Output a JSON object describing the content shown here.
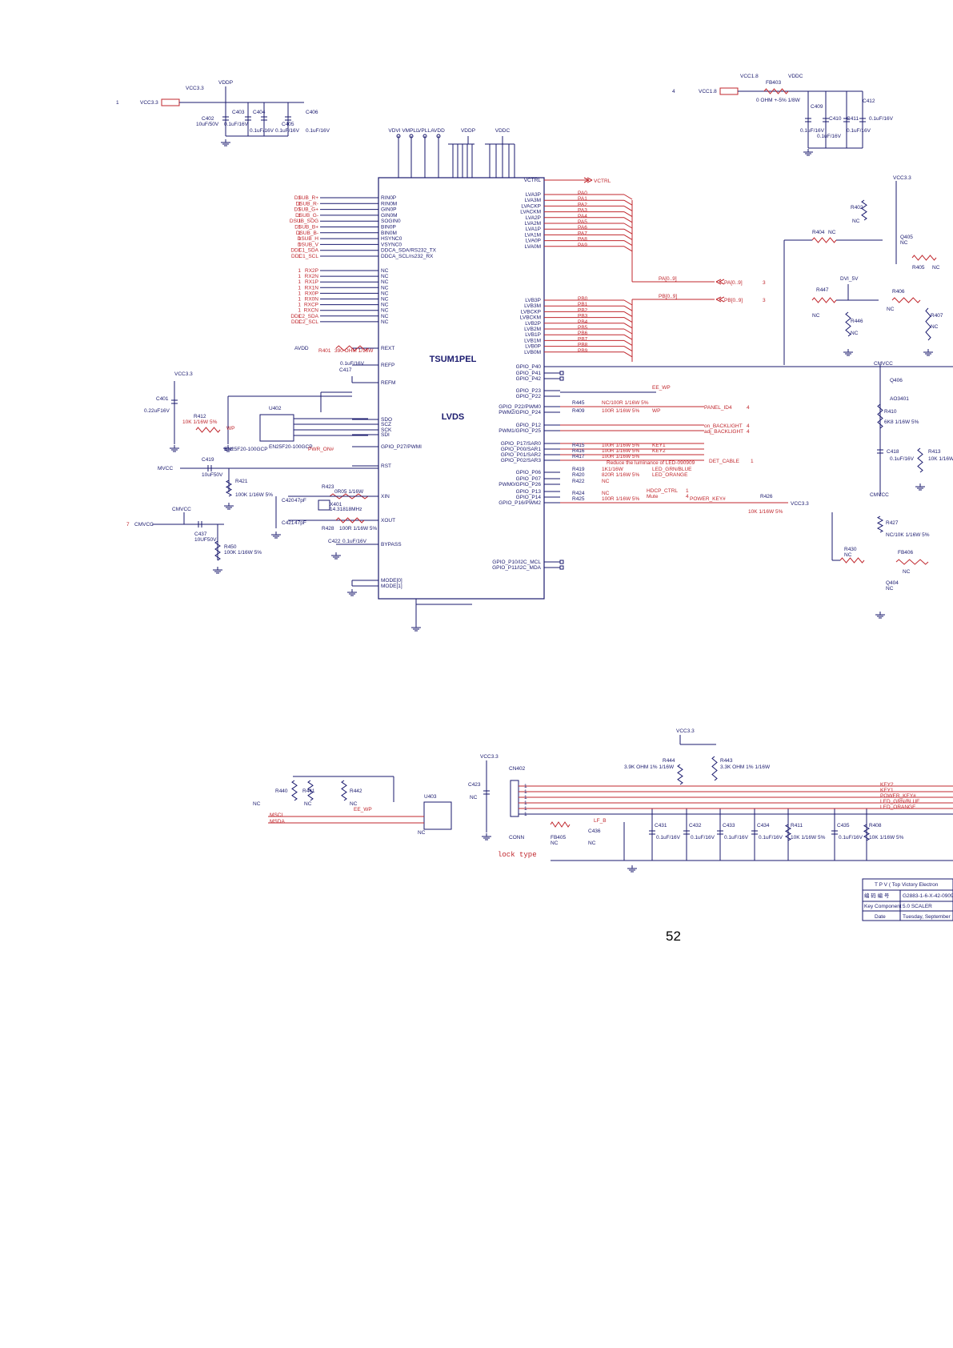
{
  "chip": {
    "name": "TSUM1PEL",
    "lvds_label": "LVDS",
    "top_power": [
      "VDVI",
      "VMPLL",
      "VPLL",
      "AVDD",
      "VDDP",
      "VDDC"
    ],
    "left_pins": [
      "RIN0P",
      "RIN0M",
      "GIN0P",
      "GIN0M",
      "SOGIN0",
      "BIN0P",
      "BIN0M",
      "HSYNC0",
      "VSYNC0",
      "DDCA_SDA/RS232_TX",
      "DDCA_SCL/rs232_RX"
    ],
    "left_nets": [
      "DSUB_R+",
      "DSUB_R-",
      "DSUB_G+",
      "DSUB_G-",
      "DSUB_SOG",
      "DSUB_B+",
      "DSUB_B-",
      "DSUB_H",
      "DSUB_V",
      "DDC1_SDA",
      "DDC1_SCL"
    ],
    "nc_nets": [
      "RX2P",
      "RX2N",
      "RX1P",
      "RX1N",
      "RX0P",
      "RX0N",
      "RXCP",
      "RXCN",
      "DDC2_SDA",
      "DDC2_SCL"
    ],
    "lvds_a_pins": [
      "LVA3P",
      "LVA3M",
      "LVACKP",
      "LVACKM",
      "LVA2P",
      "LVA2M",
      "LVA1P",
      "LVA1M",
      "LVA0P",
      "LVA0M"
    ],
    "lvds_a_nets": [
      "PA0",
      "PA1",
      "PA2",
      "PA3",
      "PA4",
      "PA5",
      "PA6",
      "PA7",
      "PA8",
      "PA9"
    ],
    "lvds_b_pins": [
      "LVB3P",
      "LVB3M",
      "LVBCKP",
      "LVBCKM",
      "LVB2P",
      "LVB2M",
      "LVB1P",
      "LVB1M",
      "LVB0P",
      "LVB0M"
    ],
    "lvds_b_nets": [
      "PB0",
      "PB1",
      "PB2",
      "PB3",
      "PB4",
      "PB5",
      "PB6",
      "PB7",
      "PB8",
      "PB9"
    ],
    "gpio_right": [
      "GPIO_P40",
      "GPIO_P41",
      "GPIO_P42",
      "GPIO_P23",
      "GPIO_P22",
      "GPIO_P22/PWM0",
      "PWM2/GPIO_P24",
      "GPIO_P12",
      "PWM1/GPIO_P25",
      "GPIO_P17/SAR0",
      "GPIO_P00/SAR1",
      "GPIO_P01/SAR2",
      "GPIO_P02/SAR3",
      "GPIO_P06",
      "GPIO_P07",
      "PWM0/GPIO_P26",
      "GPIO_P13",
      "GPIO_P14",
      "GPIO_P16/PWM2",
      "GPIO_P10/I2C_MCL",
      "GPIO_P11/I2C_MDA"
    ],
    "left_misc": [
      "REXT",
      "REFP",
      "REFM",
      "SDO",
      "SCZ",
      "SCK",
      "SDI",
      "GPIO_P27/PWMI",
      "RST",
      "XIN",
      "XOUT",
      "BYPASS",
      "MODE[0]",
      "MODE[1]"
    ]
  },
  "signals": {
    "vctrl": "VCTRL",
    "pa_bus": "PA[0..9]",
    "pb_bus": "PB[0..9]",
    "ee_wp": "EE_WP",
    "wp": "WP",
    "panel_id": "PANEL_ID4",
    "on_backlight": "on_BACKLIGHT",
    "adj_backlight": "adj_BACKLIGHT",
    "key1": "KEY1",
    "key2": "KEY2",
    "det_cable": "DET_CABLE",
    "led_grn": "LED_GRN/BLUE",
    "led_orange": "LED_ORANGE",
    "hdcp": "HDCP_CTRL",
    "mute": "Mute",
    "power_key": "POWER_KEY#",
    "pwr_on": "PWR_ON#",
    "note": "Reduce the luminance of LED-090909",
    "nc": "NC"
  },
  "power": {
    "vcc33": "VCC3.3",
    "vddp": "VDDP",
    "vcc18": "VCC1.8",
    "vddc": "VDDC",
    "dvi5v": "DVI_5V",
    "cmvcc": "CMVCC",
    "mvcc": "MVCC",
    "avdd": "AVDD"
  },
  "components": {
    "c402": "C402",
    "c402v": "10uF/50V",
    "c403": "C403",
    "c403v": "0.1uF/16V",
    "c404": "C404",
    "c405": "C405",
    "c406": "C406",
    "c406v": "0.1uF/16V",
    "fb403": "FB403",
    "fb403v": "0 OHM +-5% 1/8W",
    "c409": "C409",
    "c410": "C410",
    "c411": "C411",
    "c412": "C412",
    "c412v": "0.1uF/16V",
    "r401": "R401",
    "r401v": "390 OHM 1/16W",
    "c417": "C417",
    "c417v": "0.1uF/16V",
    "u402": "U402",
    "u402p": "EN25F20-100GCP",
    "c401": "C401",
    "c401v": "0.22uF16V",
    "r412": "R412",
    "r412v": "10K 1/16W 5%",
    "c419": "C419",
    "c419v": "10uF50V",
    "r421": "R421",
    "r421v": "100K 1/16W 5%",
    "r423": "R423",
    "r423v": "0R05 1/16W",
    "x401": "X401",
    "x401v": "14.31818MHz",
    "c420": "C420",
    "c420v": "47pF",
    "c421": "C421",
    "c421v": "47pF",
    "r428": "R428",
    "r428v": "100R 1/16W 5%",
    "c422": "C422",
    "c422v": "0.1uF/16V",
    "c437": "C437",
    "c437v": "10UF50V",
    "r450": "R450",
    "r450v": "100K 1/16W 5%",
    "r402": "R402",
    "r404": "R404",
    "r405": "R405",
    "q405": "Q405",
    "r447": "R447",
    "r446": "R446",
    "r406": "R406",
    "r407": "R407",
    "q406": "Q406",
    "q406p": "AO3401",
    "r410": "R410",
    "r410v": "6K8 1/16W 5%",
    "c418": "C418",
    "c418v": "0.1uF/16V",
    "r413": "R413",
    "r413v": "10K 1/16W",
    "r427": "R427",
    "r427v": "NC/10K 1/16W 5%",
    "r430": "R430",
    "fb406": "FB406",
    "q404": "Q404",
    "r426": "R426",
    "r426v": "10K 1/16W 5%",
    "r445": "R445",
    "r445v": "NC/100R 1/16W 5%",
    "r409": "R409",
    "r409v": "100R 1/16W 5%",
    "r415": "R415",
    "r416": "R416",
    "r417": "R417",
    "r41xv": "100R 1/16W 5%",
    "r419": "R419",
    "r419v": "1K1/16W",
    "r420": "R420",
    "r420v": "820R 1/16W 5%",
    "r422": "R422",
    "r424": "R424",
    "r425": "R425",
    "r425v": "100R 1/16W 5%",
    "r440": "R440",
    "r441": "R441",
    "r442": "R442",
    "u403": "U403",
    "c423": "C423",
    "cn402": "CN402",
    "conn": "CONN",
    "fb405": "FB405",
    "c436": "C436",
    "r444": "R444",
    "r444v": "3.9K OHM 1% 1/16W",
    "r443": "R443",
    "r443v": "3.3K OHM 1% 1/16W",
    "c431": "C431",
    "c432": "C432",
    "c433": "C433",
    "c434": "C434",
    "c435": "C435",
    "capv": "0.1uF/16V",
    "r411": "R411",
    "r408": "R408",
    "r10k": "10K 1/16W 5%",
    "mscl": "MSCL",
    "msda": "MSDA",
    "lf_b": "LF_B",
    "lock_type": "lock type"
  },
  "title_block": {
    "company": "T P V  ( Top  Victory  Electron",
    "code_label": "编 码 编 号",
    "doc_no": "G2883-1-6-X-42-0909",
    "key_label": "Key Component",
    "sheet": "5.0 SCALER",
    "date_label": "Date",
    "date": "Tuesday, September"
  },
  "page_number": "52",
  "markers": {
    "one": "1",
    "four": "4",
    "three": "3",
    "seven": "7"
  }
}
